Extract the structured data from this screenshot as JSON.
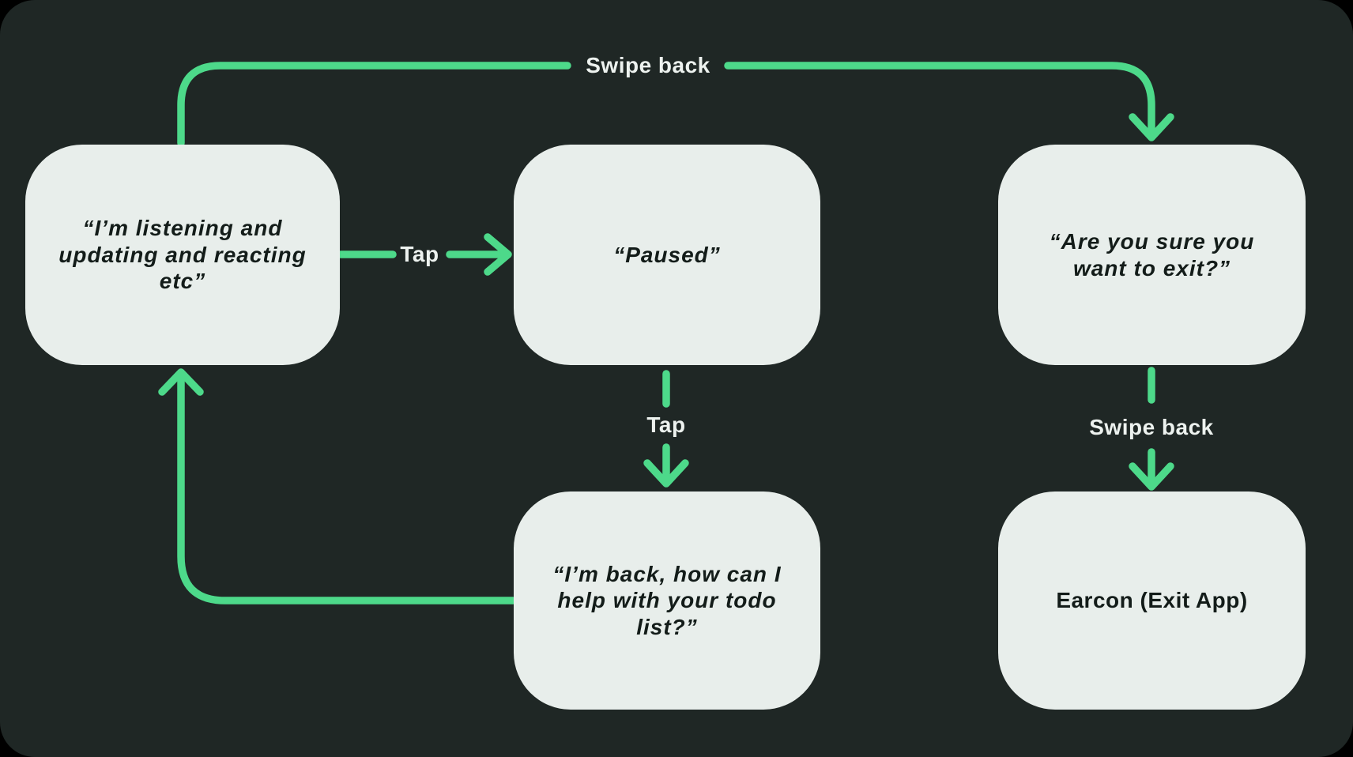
{
  "diagram": {
    "type": "flowchart",
    "colors": {
      "bg": "#1f2725",
      "box_fill": "#e8eeeb",
      "box_text": "#131c19",
      "arrow": "#4dd98a",
      "label": "#edf2ef"
    },
    "nodes": [
      {
        "id": "listening",
        "text": "“I’m listening and updating and reacting etc”"
      },
      {
        "id": "paused",
        "text": "“Paused”"
      },
      {
        "id": "exit-confirm",
        "text": "“Are you sure you want to exit?”"
      },
      {
        "id": "back",
        "text": "“I’m back, how can I help with your todo list?”"
      },
      {
        "id": "earcon",
        "text": "Earcon (Exit App)"
      }
    ],
    "edges": [
      {
        "label": "Swipe back",
        "from": "listening",
        "to": "exit-confirm"
      },
      {
        "label": "Tap",
        "from": "listening",
        "to": "paused"
      },
      {
        "label": "Tap",
        "from": "paused",
        "to": "back"
      },
      {
        "label": "",
        "from": "back",
        "to": "listening"
      },
      {
        "label": "Swipe back",
        "from": "exit-confirm",
        "to": "earcon"
      }
    ]
  }
}
